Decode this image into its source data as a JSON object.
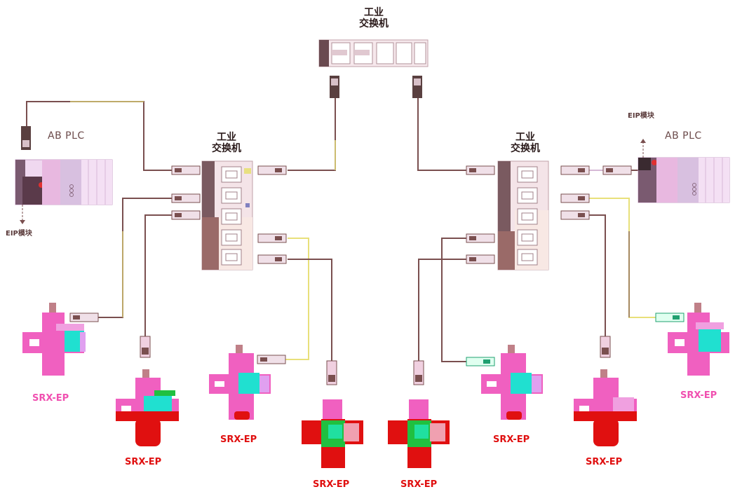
{
  "switch_label": [
    "工业",
    "交换机"
  ],
  "plc_label": "AB PLC",
  "eip_label": "EIP模块",
  "device_label": "SRX-EP",
  "colors": {
    "cable": "#7a4f4f",
    "cable_dark": "#4a3030",
    "cable_yellow": "#e8e07a",
    "plc_body": "#e8c8e8",
    "switch_body": "#f0d8dc",
    "switch_dark": "#7a5a60",
    "device_pink": "#f060c0",
    "device_red": "#e01010",
    "device_cyan": "#20e0d0",
    "device_green": "#20c040",
    "label_pink": "#f050b0",
    "label_red": "#e01010"
  }
}
